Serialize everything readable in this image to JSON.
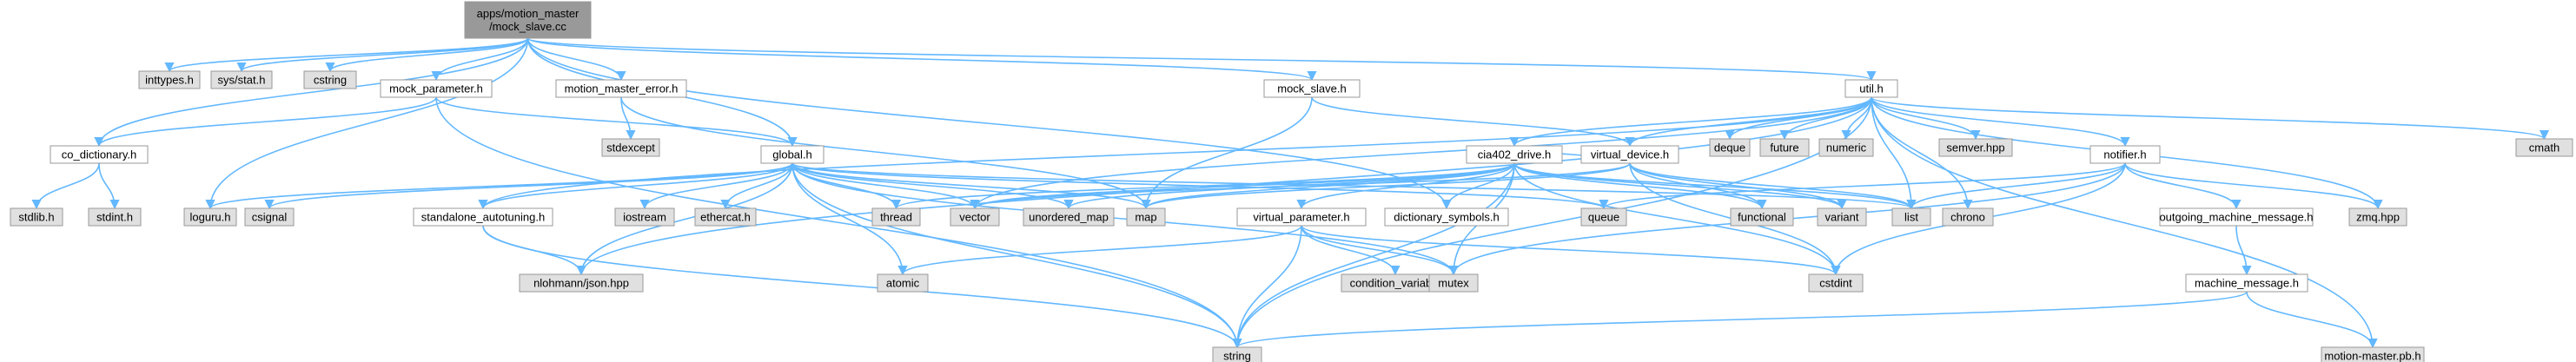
{
  "graph": {
    "colors": {
      "root_fill": "#999999",
      "local_fill": "#ffffff",
      "system_fill": "#e0e0e0",
      "node_border": "#999999",
      "edge": "#63b8ff"
    },
    "nodes": {
      "root": {
        "lines": [
          "apps/motion_master",
          "/mock_slave.cc"
        ],
        "kind": "root"
      },
      "co_dictionary": {
        "lines": [
          "co_dictionary.h"
        ],
        "kind": "local"
      },
      "inttypes": {
        "lines": [
          "inttypes.h"
        ],
        "kind": "system"
      },
      "sys_stat": {
        "lines": [
          "sys/stat.h"
        ],
        "kind": "system"
      },
      "cstring": {
        "lines": [
          "cstring"
        ],
        "kind": "system"
      },
      "mock_parameter": {
        "lines": [
          "mock_parameter.h"
        ],
        "kind": "local"
      },
      "motion_master_error": {
        "lines": [
          "motion_master_error.h"
        ],
        "kind": "local"
      },
      "mock_slave": {
        "lines": [
          "mock_slave.h"
        ],
        "kind": "local"
      },
      "util": {
        "lines": [
          "util.h"
        ],
        "kind": "local"
      },
      "cmath": {
        "lines": [
          "cmath"
        ],
        "kind": "system"
      },
      "stdlib": {
        "lines": [
          "stdlib.h"
        ],
        "kind": "system"
      },
      "stdint": {
        "lines": [
          "stdint.h"
        ],
        "kind": "system"
      },
      "stdexcept": {
        "lines": [
          "stdexcept"
        ],
        "kind": "system"
      },
      "global": {
        "lines": [
          "global.h"
        ],
        "kind": "local"
      },
      "cia402_drive": {
        "lines": [
          "cia402_drive.h"
        ],
        "kind": "local"
      },
      "virtual_device": {
        "lines": [
          "virtual_device.h"
        ],
        "kind": "local"
      },
      "deque": {
        "lines": [
          "deque"
        ],
        "kind": "system"
      },
      "future": {
        "lines": [
          "future"
        ],
        "kind": "system"
      },
      "numeric": {
        "lines": [
          "numeric"
        ],
        "kind": "system"
      },
      "semver": {
        "lines": [
          "semver.hpp"
        ],
        "kind": "system"
      },
      "notifier": {
        "lines": [
          "notifier.h"
        ],
        "kind": "local"
      },
      "loguru": {
        "lines": [
          "loguru.h"
        ],
        "kind": "system"
      },
      "csignal": {
        "lines": [
          "csignal"
        ],
        "kind": "system"
      },
      "standalone_autotuning": {
        "lines": [
          "standalone_autotuning.h"
        ],
        "kind": "local"
      },
      "iostream": {
        "lines": [
          "iostream"
        ],
        "kind": "system"
      },
      "ethercat": {
        "lines": [
          "ethercat.h"
        ],
        "kind": "system"
      },
      "thread": {
        "lines": [
          "thread"
        ],
        "kind": "system"
      },
      "vector": {
        "lines": [
          "vector"
        ],
        "kind": "system"
      },
      "unordered_map": {
        "lines": [
          "unordered_map"
        ],
        "kind": "system"
      },
      "map": {
        "lines": [
          "map"
        ],
        "kind": "system"
      },
      "virtual_parameter": {
        "lines": [
          "virtual_parameter.h"
        ],
        "kind": "local"
      },
      "dictionary_symbols": {
        "lines": [
          "dictionary_symbols.h"
        ],
        "kind": "local"
      },
      "queue": {
        "lines": [
          "queue"
        ],
        "kind": "system"
      },
      "functional": {
        "lines": [
          "functional"
        ],
        "kind": "system"
      },
      "variant": {
        "lines": [
          "variant"
        ],
        "kind": "system"
      },
      "list": {
        "lines": [
          "list"
        ],
        "kind": "system"
      },
      "chrono": {
        "lines": [
          "chrono"
        ],
        "kind": "system"
      },
      "outgoing_machine_message": {
        "lines": [
          "outgoing_machine_message.h"
        ],
        "kind": "local"
      },
      "zmq": {
        "lines": [
          "zmq.hpp"
        ],
        "kind": "system"
      },
      "nlohmann_json": {
        "lines": [
          "nlohmann/json.hpp"
        ],
        "kind": "system"
      },
      "atomic": {
        "lines": [
          "atomic"
        ],
        "kind": "system"
      },
      "condition_variable": {
        "lines": [
          "condition_variable"
        ],
        "kind": "system"
      },
      "mutex": {
        "lines": [
          "mutex"
        ],
        "kind": "system"
      },
      "cstdint": {
        "lines": [
          "cstdint"
        ],
        "kind": "system"
      },
      "machine_message": {
        "lines": [
          "machine_message.h"
        ],
        "kind": "local"
      },
      "string": {
        "lines": [
          "string"
        ],
        "kind": "system"
      },
      "motion_master_pb": {
        "lines": [
          "motion-master.pb.h"
        ],
        "kind": "system"
      }
    },
    "edges": [
      [
        "root",
        "co_dictionary"
      ],
      [
        "root",
        "inttypes"
      ],
      [
        "root",
        "sys_stat"
      ],
      [
        "root",
        "cstring"
      ],
      [
        "root",
        "mock_parameter"
      ],
      [
        "root",
        "motion_master_error"
      ],
      [
        "root",
        "mock_slave"
      ],
      [
        "root",
        "util"
      ],
      [
        "root",
        "global"
      ],
      [
        "root",
        "loguru"
      ],
      [
        "root",
        "dictionary_symbols"
      ],
      [
        "co_dictionary",
        "stdlib"
      ],
      [
        "co_dictionary",
        "stdint"
      ],
      [
        "mock_parameter",
        "co_dictionary"
      ],
      [
        "mock_parameter",
        "global"
      ],
      [
        "mock_parameter",
        "string"
      ],
      [
        "motion_master_error",
        "stdexcept"
      ],
      [
        "motion_master_error",
        "map"
      ],
      [
        "mock_slave",
        "map"
      ],
      [
        "mock_slave",
        "virtual_device"
      ],
      [
        "util",
        "cmath"
      ],
      [
        "util",
        "deque"
      ],
      [
        "util",
        "future"
      ],
      [
        "util",
        "numeric"
      ],
      [
        "util",
        "semver"
      ],
      [
        "util",
        "notifier"
      ],
      [
        "util",
        "virtual_device"
      ],
      [
        "util",
        "cia402_drive"
      ],
      [
        "util",
        "zmq"
      ],
      [
        "util",
        "motion_master_pb"
      ],
      [
        "util",
        "list"
      ],
      [
        "util",
        "chrono"
      ],
      [
        "util",
        "string"
      ],
      [
        "util",
        "standalone_autotuning"
      ],
      [
        "util",
        "nlohmann_json"
      ],
      [
        "util",
        "vector"
      ],
      [
        "global",
        "loguru"
      ],
      [
        "global",
        "csignal"
      ],
      [
        "global",
        "standalone_autotuning"
      ],
      [
        "global",
        "iostream"
      ],
      [
        "global",
        "ethercat"
      ],
      [
        "global",
        "thread"
      ],
      [
        "global",
        "vector"
      ],
      [
        "global",
        "unordered_map"
      ],
      [
        "global",
        "map"
      ],
      [
        "global",
        "queue"
      ],
      [
        "global",
        "atomic"
      ],
      [
        "global",
        "mutex"
      ],
      [
        "global",
        "nlohmann_json"
      ],
      [
        "global",
        "string"
      ],
      [
        "global",
        "list"
      ],
      [
        "standalone_autotuning",
        "nlohmann_json"
      ],
      [
        "standalone_autotuning",
        "string"
      ],
      [
        "cia402_drive",
        "virtual_device"
      ],
      [
        "cia402_drive",
        "virtual_parameter"
      ],
      [
        "cia402_drive",
        "dictionary_symbols"
      ],
      [
        "cia402_drive",
        "functional"
      ],
      [
        "cia402_drive",
        "variant"
      ],
      [
        "cia402_drive",
        "list"
      ],
      [
        "cia402_drive",
        "map"
      ],
      [
        "cia402_drive",
        "mutex"
      ],
      [
        "cia402_drive",
        "cstdint"
      ],
      [
        "cia402_drive",
        "string"
      ],
      [
        "cia402_drive",
        "thread"
      ],
      [
        "cia402_drive",
        "vector"
      ],
      [
        "cia402_drive",
        "unordered_map"
      ],
      [
        "virtual_device",
        "functional"
      ],
      [
        "virtual_device",
        "variant"
      ],
      [
        "virtual_device",
        "list"
      ],
      [
        "virtual_device",
        "map"
      ],
      [
        "virtual_device",
        "cstdint"
      ],
      [
        "virtual_device",
        "vector"
      ],
      [
        "virtual_parameter",
        "atomic"
      ],
      [
        "virtual_parameter",
        "condition_variable"
      ],
      [
        "virtual_parameter",
        "mutex"
      ],
      [
        "virtual_parameter",
        "cstdint"
      ],
      [
        "virtual_parameter",
        "string"
      ],
      [
        "notifier",
        "queue"
      ],
      [
        "notifier",
        "mutex"
      ],
      [
        "notifier",
        "outgoing_machine_message"
      ],
      [
        "notifier",
        "zmq"
      ],
      [
        "notifier",
        "cstdint"
      ],
      [
        "notifier",
        "list"
      ],
      [
        "outgoing_machine_message",
        "machine_message"
      ],
      [
        "machine_message",
        "motion_master_pb"
      ],
      [
        "machine_message",
        "string"
      ]
    ]
  }
}
